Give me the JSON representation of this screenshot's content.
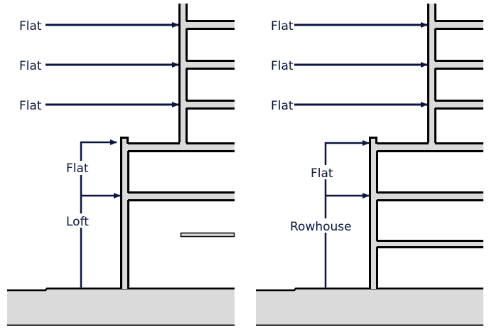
{
  "figure": {
    "description": "Two section diagrams comparing dwelling types stacked in a building with a podium",
    "colors": {
      "wall_fill": "#dadada",
      "wall_outline": "#000000",
      "arrow": "#0b1640",
      "ground_fill": "#dadada",
      "background": "#ffffff"
    }
  },
  "panels": [
    {
      "id": "left",
      "tower_labels": [
        "Flat",
        "Flat",
        "Flat"
      ],
      "podium_upper_label": "Flat",
      "podium_lower_label": "Loft",
      "podium_lower_has_loft_slab": true
    },
    {
      "id": "right",
      "tower_labels": [
        "Flat",
        "Flat",
        "Flat"
      ],
      "podium_upper_label": "Flat",
      "podium_lower_label": "Rowhouse",
      "podium_lower_has_loft_slab": false
    }
  ]
}
